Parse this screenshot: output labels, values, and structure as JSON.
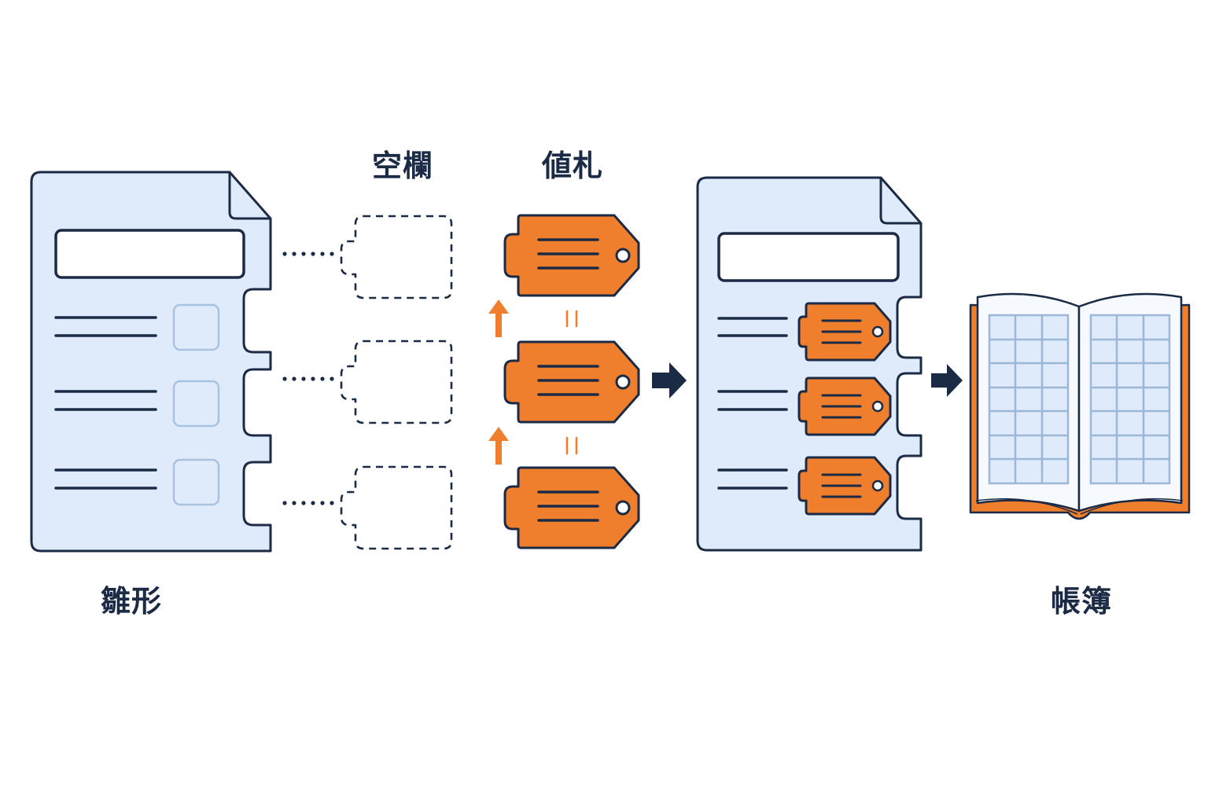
{
  "labels": {
    "template": "雛形",
    "blank_fields": "空欄",
    "value_tags": "値札",
    "ledger": "帳簿"
  },
  "colors": {
    "navy": "#1b2a45",
    "doc_fill": "#dfeafb",
    "orange": "#f07f2d",
    "slot_box": "#a9c2de",
    "grid": "#9db7d6"
  },
  "icons": {
    "template_document": "document-icon",
    "blank_slot": "dashed-slot-icon",
    "value_tag": "price-tag-icon",
    "equals_mark": "equals-icon",
    "up_arrow": "arrow-up-icon",
    "next_arrow": "arrow-right-icon",
    "filled_document": "document-icon",
    "ledger_book": "open-book-icon"
  }
}
